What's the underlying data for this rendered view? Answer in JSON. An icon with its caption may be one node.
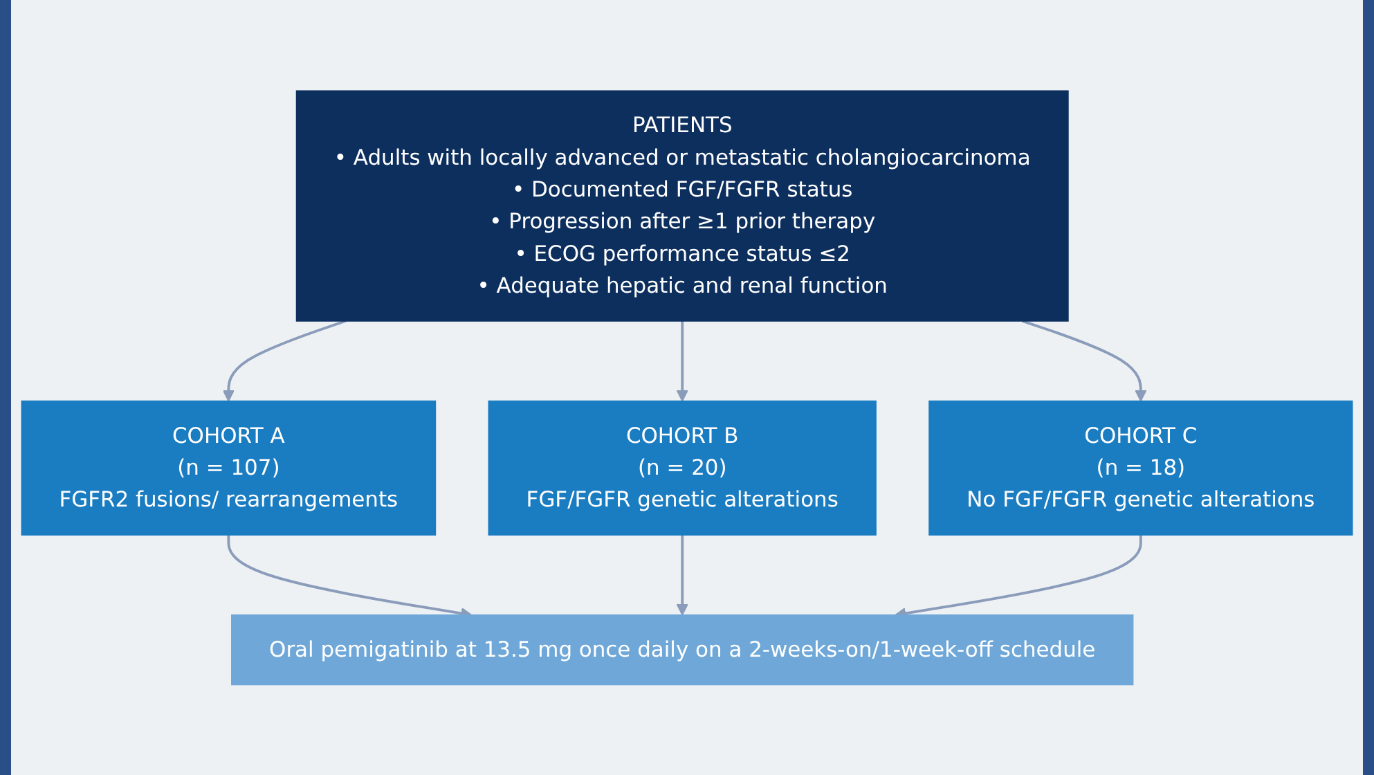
{
  "diagram": {
    "nodes": [
      {
        "text": [
          "PATIENTS",
          "• Adults with locally advanced or metastatic cholangiocarcinoma",
          "• Documented FGF/FGFR status",
          "• Progression after ≥1 prior therapy",
          "• ECOG performance status ≤2",
          "• Adequate hepatic and renal function"
        ]
      },
      {
        "text": [
          "COHORT A",
          "(n = 107)",
          "FGFR2 fusions/ rearrangements"
        ]
      },
      {
        "text": [
          "COHORT B",
          "(n = 20)",
          "FGF/FGFR genetic alterations"
        ]
      },
      {
        "text": [
          "COHORT C",
          "(n = 18)",
          "No FGF/FGFR genetic alterations"
        ]
      },
      {
        "text": [
          "Oral pemigatinib at 13.5 mg once daily on a 2-weeks-on/1-week-off schedule"
        ]
      }
    ],
    "edges": [
      {
        "from": 0,
        "to": 1,
        "arrow": "to"
      },
      {
        "from": 0,
        "to": 2,
        "arrow": "to"
      },
      {
        "from": 0,
        "to": 3,
        "arrow": "to"
      },
      {
        "from": 1,
        "to": 4,
        "arrow": "to"
      },
      {
        "from": 2,
        "to": 4,
        "arrow": "to"
      },
      {
        "from": 3,
        "to": 4,
        "arrow": "to"
      }
    ]
  }
}
